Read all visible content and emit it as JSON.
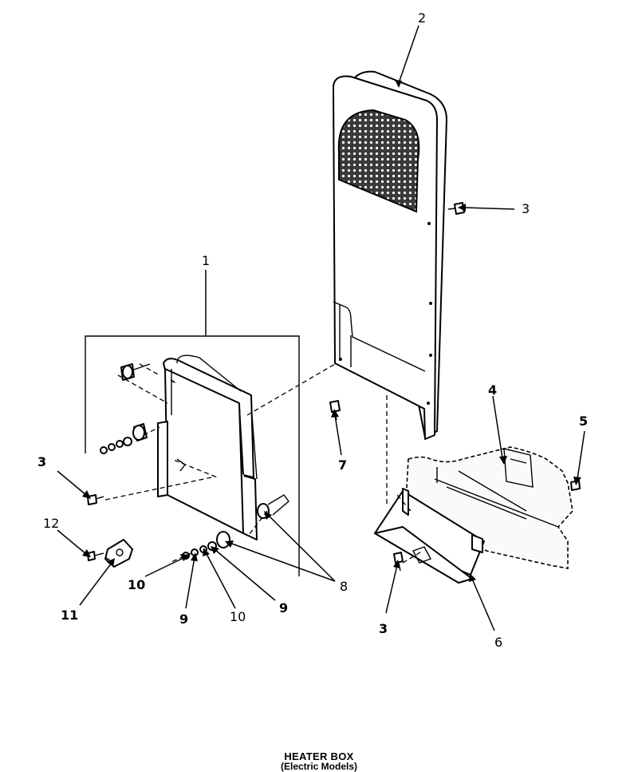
{
  "diagram": {
    "title": "HEATER BOX",
    "subtitle": "(Electric Models)"
  },
  "callouts": {
    "c1": "1",
    "c2": "2",
    "c3_right": "3",
    "c3_left": "3",
    "c3_bottom": "3",
    "c4": "4",
    "c5": "5",
    "c6": "6",
    "c7": "7",
    "c8": "8",
    "c9_a": "9",
    "c9_b": "9",
    "c10_a": "10",
    "c10_b": "10",
    "c11": "11",
    "c12": "12"
  }
}
